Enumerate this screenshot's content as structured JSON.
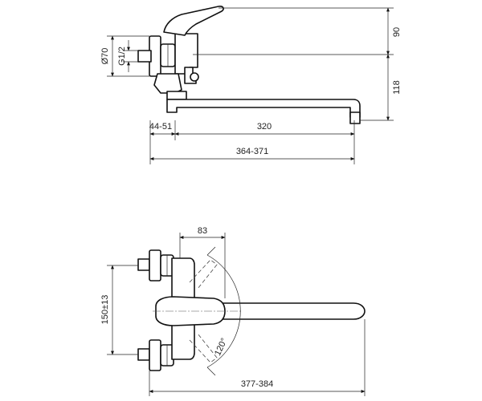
{
  "side_view": {
    "dim_90": "90",
    "dim_118": "118",
    "dim_diameter": "Ø70",
    "dim_thread": "G1/2",
    "dim_offset": "44-51",
    "dim_spout": "320",
    "dim_total": "364-371"
  },
  "top_view": {
    "dim_83": "83",
    "dim_centers": "150±13",
    "dim_angle": "120°",
    "dim_total": "377-384"
  }
}
